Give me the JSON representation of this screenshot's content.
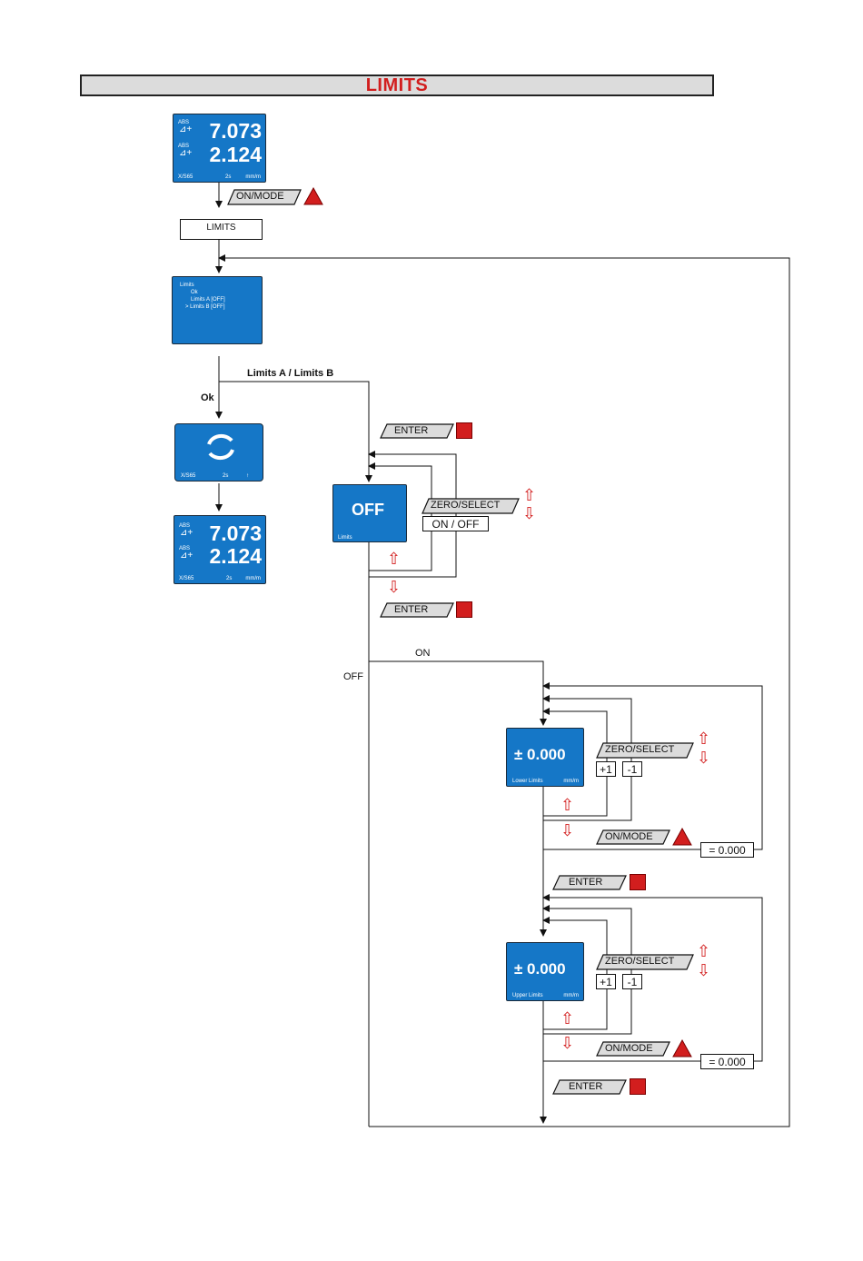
{
  "title": "LIMITS",
  "display_top": {
    "top_label": "ABS",
    "top_value": "7.073",
    "bottom_label": "ABS",
    "bottom_value": "2.124",
    "footer_left": "X/S65",
    "footer_mid": "2s",
    "footer_right": "mm/m"
  },
  "display_bottom": {
    "top_label": "ABS",
    "top_value": "7.073",
    "bottom_label": "ABS",
    "bottom_value": "2.124",
    "footer_left": "X/S65",
    "footer_mid": "2s",
    "footer_right": "mm/m"
  },
  "keys": {
    "on_mode": "ON/MODE",
    "enter": "ENTER",
    "zero_select": "ZERO/SELECT",
    "on_off_box": "ON / OFF",
    "plus_one": "+1",
    "minus_one": "-1",
    "equals_zero": "= 0.000"
  },
  "limits_box": "LIMITS",
  "menu_screen": {
    "line1": "Limits",
    "line2": "Ok",
    "line3": "Limits  A [OFF]",
    "line4": "> Limits  B [OFF]"
  },
  "sync_screen": {
    "footer_left": "X/S65",
    "footer_mid": "2s",
    "footer_right": "↑"
  },
  "off_screen": {
    "value": "OFF",
    "footer": "Limits"
  },
  "lower_screen": {
    "value": "± 0.000",
    "footer_left": "Lower Limits",
    "footer_right": "mm/m"
  },
  "upper_screen": {
    "value": "± 0.000",
    "footer_left": "Upper Limits",
    "footer_right": "mm/m"
  },
  "flow_labels": {
    "limits_ab": "Limits A / Limits B",
    "ok": "Ok",
    "on": "ON",
    "off": "OFF"
  },
  "colors": {
    "screen_blue": "#1577c7",
    "accent_red": "#d21e1e",
    "title_bg": "#dcdcdc"
  }
}
